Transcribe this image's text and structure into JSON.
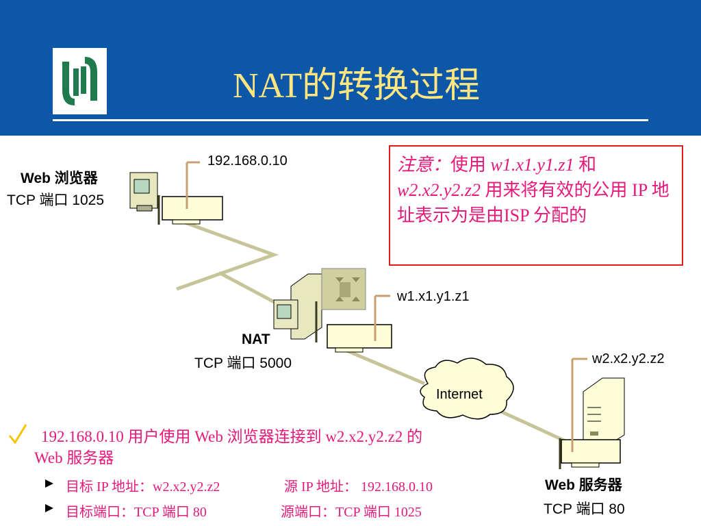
{
  "slide": {
    "title": "NAT的转换过程"
  },
  "diagram": {
    "client_ip": "192.168.0.10",
    "client_name": "Web 浏览器",
    "client_port": "TCP 端口 1025",
    "nat_ip": "w1.x1.y1.z1",
    "nat_name": "NAT",
    "nat_port": "TCP 端口 5000",
    "cloud_label": "Internet",
    "server_ip": "w2.x2.y2.z2",
    "server_name": "Web 服务器",
    "server_port": "TCP 端口 80"
  },
  "note": {
    "prefix": "注意：",
    "t1": "使用 ",
    "addr1": "w1.x1.y1.z1",
    "t2": " 和",
    "addr2": "w2.x2.y2.z2",
    "t3": " 用来将有效的公用 IP 地址表示为是由ISP 分配的"
  },
  "bullets": {
    "main_line1": "192.168.0.10 用户使用 Web 浏览器连接到 w2.x2.y2.z2 的",
    "main_line2": "Web 服务器",
    "sub1_a": "目标 IP 地址：w2.x2.y2.z2",
    "sub1_b": "源 IP 地址： 192.168.0.10",
    "sub2_a": "目标端口：TCP 端口 80",
    "sub2_b": "源端口：TCP 端口 1025"
  }
}
